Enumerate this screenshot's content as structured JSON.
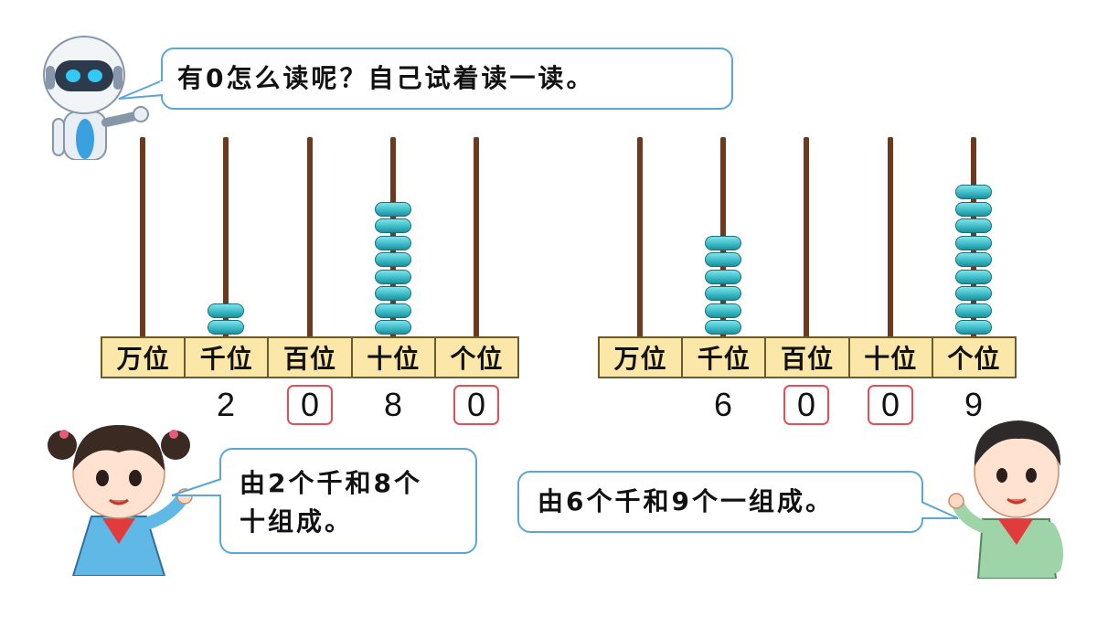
{
  "speech": {
    "robot": "有0怎么读呢？自己试着读一读。",
    "girl_line1": "由2个千和8个",
    "girl_line2": "十组成。",
    "boy": "由6个千和9个一组成。"
  },
  "abacus_left": {
    "labels": [
      "万位",
      "千位",
      "百位",
      "十位",
      "个位"
    ],
    "digits": [
      "",
      "2",
      "0",
      "8",
      "0"
    ],
    "beads": [
      0,
      2,
      0,
      8,
      0
    ],
    "boxed": [
      false,
      false,
      true,
      false,
      true
    ]
  },
  "abacus_right": {
    "labels": [
      "万位",
      "千位",
      "百位",
      "十位",
      "个位"
    ],
    "digits": [
      "",
      "6",
      "0",
      "0",
      "9"
    ],
    "beads": [
      0,
      6,
      0,
      0,
      9
    ],
    "boxed": [
      false,
      false,
      true,
      true,
      false
    ]
  },
  "colors": {
    "bubble_border": "#5aa6d6",
    "bead": "#38b8c4",
    "rod": "#6b3a1f",
    "label_bg": "#fbe8a8",
    "zero_box": "#e0505a"
  }
}
